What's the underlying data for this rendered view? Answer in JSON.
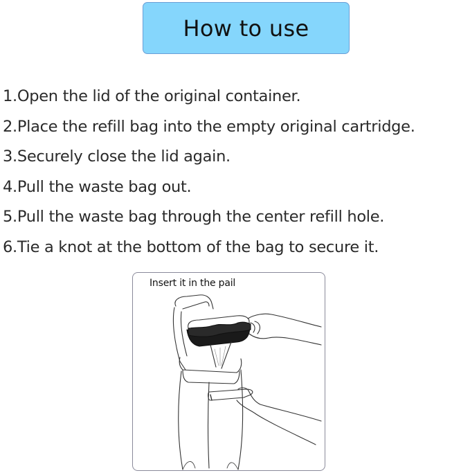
{
  "header": {
    "title": "How to use",
    "box_color": "#85d6fc",
    "border_color": "#6a9ed6"
  },
  "steps": [
    {
      "number": "1",
      "text": "1.Open the lid of the original container."
    },
    {
      "number": "2",
      "text": "2.Place the refill bag into the empty original cartridge."
    },
    {
      "number": "3",
      "text": "3.Securely close the lid again."
    },
    {
      "number": "4",
      "text": "4.Pull the waste bag out."
    },
    {
      "number": "5",
      "text": "5.Pull the waste bag through the center refill hole."
    },
    {
      "number": "6",
      "text": "6.Tie a knot at the bottom of the bag to secure it."
    }
  ],
  "illustration": {
    "caption": "Insert it in the pail",
    "description": "line drawing of a hand inserting a refill cartridge into an open diaper pail while another hand holds the pail's side handle"
  }
}
